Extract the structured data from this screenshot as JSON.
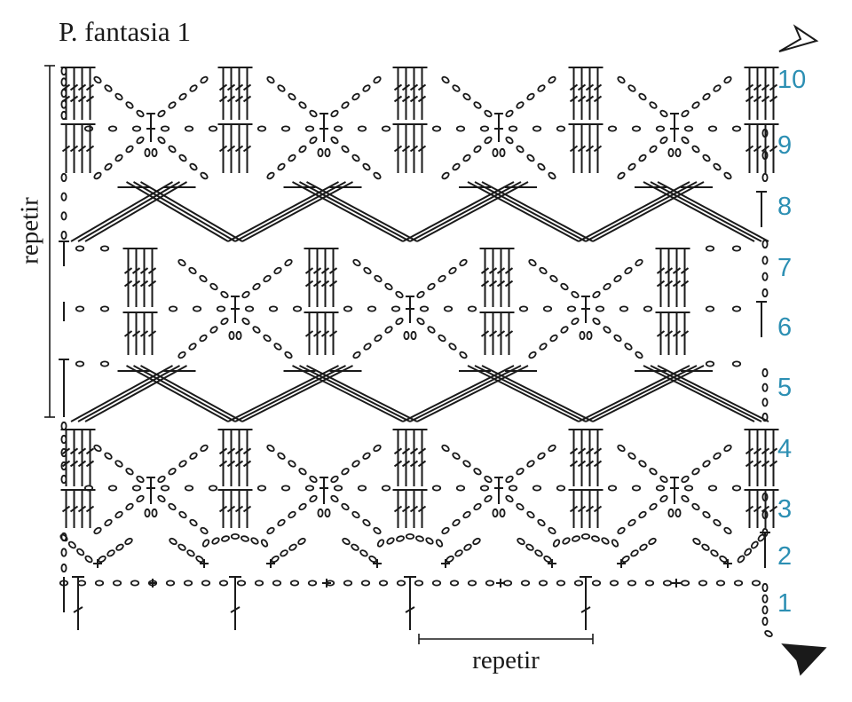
{
  "diagram": {
    "title": "P. fantasia 1",
    "repeat_vertical_label": "repetir",
    "repeat_horizontal_label": "repetir",
    "row_numbers": [
      "1",
      "2",
      "3",
      "4",
      "5",
      "6",
      "7",
      "8",
      "9",
      "10"
    ]
  },
  "colors": {
    "ink": "#1a1a1a",
    "row_number": "#2c8fb3",
    "background": "#ffffff"
  },
  "symbols": [
    "chain-stitch",
    "single-crochet",
    "double-crochet",
    "treble-crochet",
    "start-arrow",
    "end-arrow"
  ]
}
